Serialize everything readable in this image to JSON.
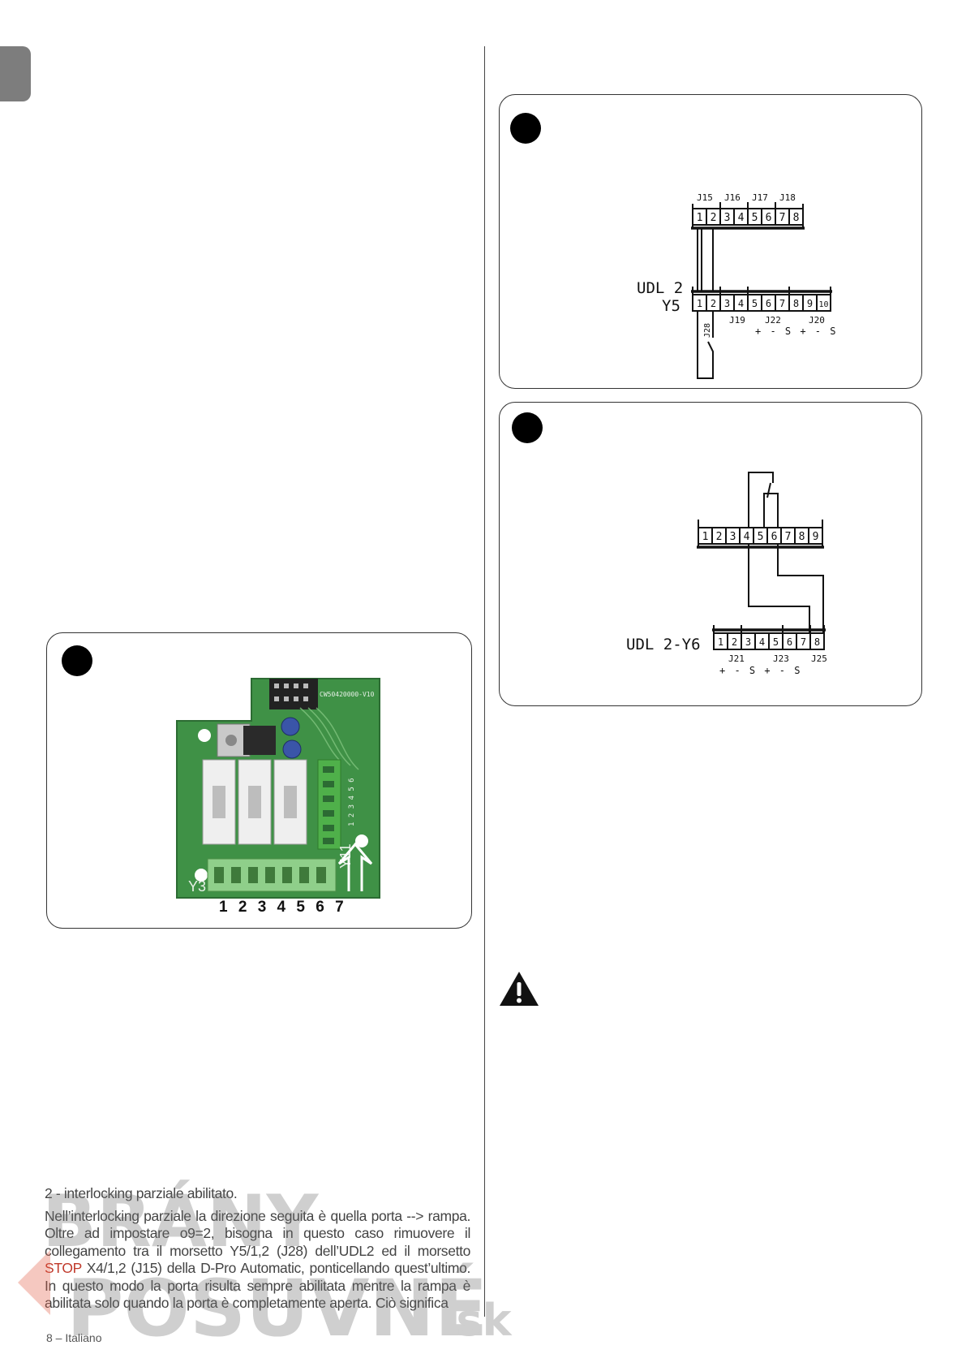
{
  "side_tab_color": "#7d7d7d",
  "figure_pcb": {
    "silkscreen": "CW50420000-V10",
    "label_y3": "Y3",
    "label_y11": "Y11",
    "terminal_numbers": "1 2 3 4 5 6 7",
    "side_numbers": "1 2 3 4 5 6"
  },
  "figure_j15": {
    "top_headers": [
      "J15",
      "J16",
      "J17",
      "J18"
    ],
    "top_pins": [
      "1",
      "2",
      "3",
      "4",
      "5",
      "6",
      "7",
      "8"
    ],
    "udl_label": "UDL 2",
    "y_label": "Y5",
    "bottom_pins": [
      "1",
      "2",
      "3",
      "4",
      "5",
      "6",
      "7",
      "8",
      "9",
      "10"
    ],
    "bottom_headers": [
      "J19",
      "J22",
      "J20"
    ],
    "signs": "+ - S + - S",
    "vertical_label": "J28"
  },
  "figure_y6": {
    "top_pins": [
      "1",
      "2",
      "3",
      "4",
      "5",
      "6",
      "7",
      "8",
      "9"
    ],
    "udl_label": "UDL 2-Y6",
    "bottom_pins": [
      "1",
      "2",
      "3",
      "4",
      "5",
      "6",
      "7",
      "8"
    ],
    "bottom_headers": [
      "J21",
      "J23",
      "J25"
    ],
    "signs": "+ - S + - S"
  },
  "body": {
    "intro": "2 - interlocking parziale abilitato.",
    "paragraph_before_stop": "Nell’interlocking parziale la direzione seguita è quella porta --> rampa. Oltre ad impostare o9=2, bisogna in questo caso rimuovere il collegamento tra il morsetto Y5/1,2 (J28) dell’UDL2 ed il morsetto ",
    "stop_word": "STOP",
    "paragraph_after_stop": " X4/1,2 (J15) della D-Pro Automatic, ponticellando quest’ultimo. In questo modo la porta risulta sempre abilitata mentre la rampa è abilitata solo quando la porta è completamente aperta. Ciò significa"
  },
  "footer": "8 – Italiano",
  "watermark": {
    "line1": "BRÁNY",
    "line2": "POSUVNÉ",
    "suffix": ".sk"
  }
}
